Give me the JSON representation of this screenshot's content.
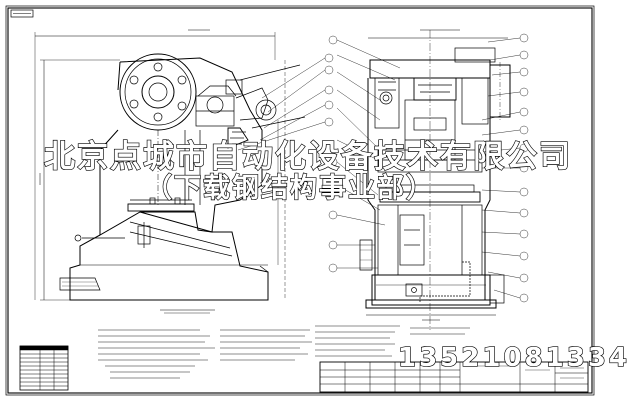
{
  "watermark": {
    "line1": "北京点城市自动化设备技术有限公司",
    "line2": "（下载钢结构事业部）",
    "phone": "13521081334"
  },
  "colors": {
    "ink": "#000000",
    "paper": "#ffffff"
  },
  "icons": [
    "flywheel-icon",
    "bolt-icon",
    "crank-icon"
  ]
}
